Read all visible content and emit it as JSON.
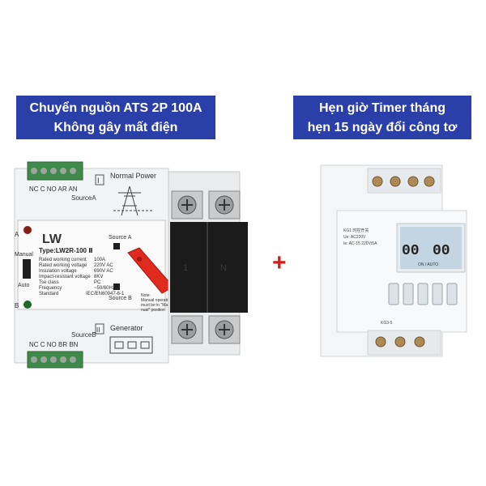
{
  "banners": {
    "left": {
      "line1": "Chuyển nguồn ATS 2P 100A",
      "line2": "Không gây mất điện"
    },
    "right": {
      "line1": "Hẹn giờ Timer tháng",
      "line2": "hẹn 15 ngày đổi công tơ"
    }
  },
  "plus_sign": "+",
  "colors": {
    "banner_bg": "#2b3fa8",
    "banner_text": "#ffffff",
    "plus": "#d21b1b",
    "handle": "#e02a1e",
    "terminal_green": "#3f8a4a"
  },
  "ats": {
    "terminal_top": "NC C NO AR AN",
    "source_a_label": "SourceA",
    "normal_power": "Normal Power",
    "roman_1": "I",
    "roman_2": "II",
    "source_a_switch": "Source A",
    "source_b_switch": "Source B",
    "indicator_a": "A",
    "indicator_b": "B",
    "manual": "Manual",
    "auto": "Auto",
    "type": "Type:LW2R-100 Ⅱ",
    "specs": [
      {
        "label": "Rated working current",
        "value": "100A"
      },
      {
        "label": "Rated working voltage",
        "value": "220V AC"
      },
      {
        "label": "Insulation voltage",
        "value": "690V AC"
      },
      {
        "label": "Impact-resistant voltage",
        "value": "8KV"
      },
      {
        "label": "Tse class",
        "value": "PC"
      },
      {
        "label": "Frequency",
        "value": "~50/60Hz"
      },
      {
        "label": "Standard",
        "value": "IEC/EN60947-6-1"
      }
    ],
    "note": [
      "Note:",
      "Manual operation",
      "must be in \"Ma-",
      "nual\" position"
    ],
    "generator": "Generator",
    "source_b_label": "SourceB",
    "terminal_bottom": "NC C NO BR BN",
    "side_label_1": "1",
    "side_label_2": "N"
  },
  "timer": {
    "lcd_left": "00",
    "lcd_right": "00",
    "lcd_sub": "ON / AUTO",
    "label_lines": [
      "KG1 时控开关",
      "Ue: AC220V",
      "Ie: AC-15 220V/5A"
    ],
    "model": "KG3-5"
  }
}
